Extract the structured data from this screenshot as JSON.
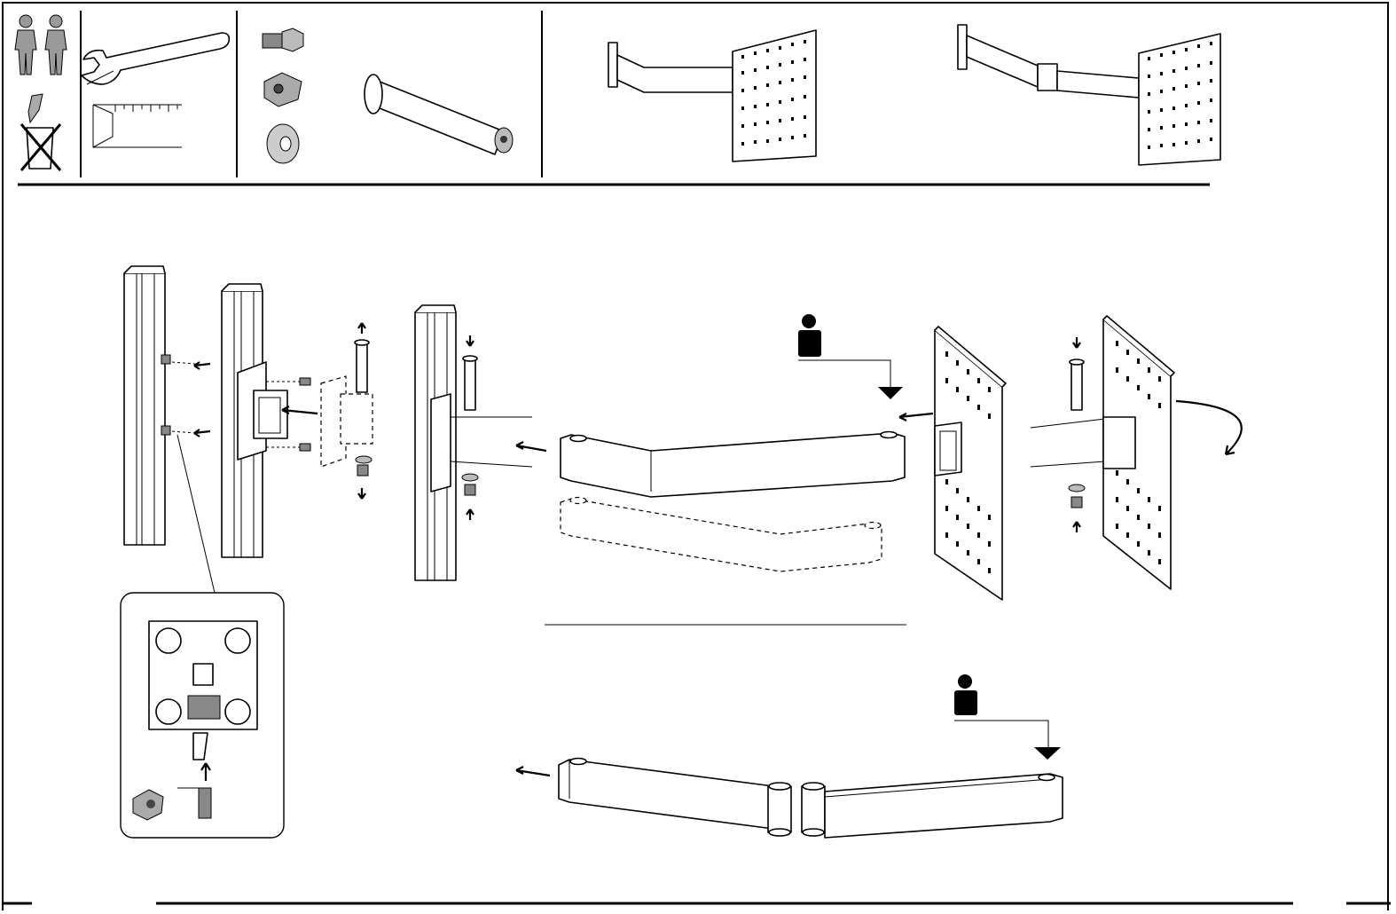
{
  "document": {
    "type": "assembly-instruction-sheet",
    "colors": {
      "ink": "#000000",
      "paper": "#ffffff",
      "gray": "#8c8c8c"
    }
  },
  "header": {
    "persons_icon": "two-persons-icon",
    "no_discard_icon": "do-not-discard-packaging-icon",
    "tools": [
      "wrench-icon",
      "measuring-ruler-icon"
    ],
    "hardware": [
      "hex-bolt-icon",
      "t-slot-nut-icon",
      "washer-icon"
    ],
    "parts": [
      "pivot-pin-icon"
    ],
    "variants": [
      "single-arm-perforated-panel",
      "double-arm-perforated-panel"
    ]
  },
  "steps": [
    {
      "id": "step-1",
      "description_icons": [
        "aluminium-profile-icon",
        "bracket-icon",
        "t-slot-nut-detail-icon",
        "weight-load-icon"
      ]
    },
    {
      "id": "step-2",
      "description_icons": [
        "double-arm-icon",
        "weight-load-icon"
      ]
    }
  ]
}
